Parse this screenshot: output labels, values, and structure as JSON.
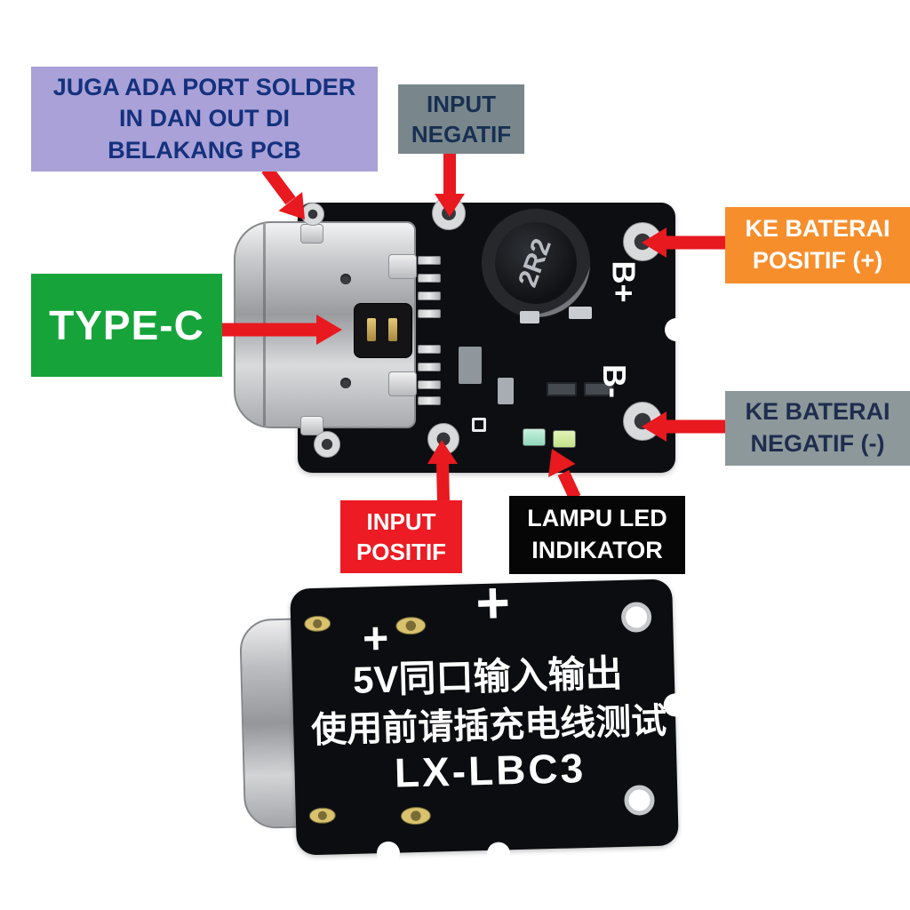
{
  "callouts": {
    "solder_ports": {
      "lines": [
        "JUGA ADA PORT SOLDER",
        "IN DAN OUT DI",
        "BELAKANG PCB"
      ],
      "bg": "#a9a1d7",
      "fg": "#14317d"
    },
    "input_negatif": {
      "lines": [
        "INPUT",
        "NEGATIF"
      ],
      "bg": "#79878c",
      "fg": "#173052"
    },
    "ke_baterai_positif": {
      "lines": [
        "KE BATERAI",
        "POSITIF (+)"
      ],
      "bg": "#f78e2c",
      "fg": "#ffffff"
    },
    "ke_baterai_negatif": {
      "lines": [
        "KE BATERAI",
        "NEGATIF (-)"
      ],
      "bg": "#8d989a",
      "fg": "#1f2d4e"
    },
    "type_c": {
      "label": "TYPE-C",
      "bg": "#16a43a",
      "fg": "#ffffff"
    },
    "input_positif": {
      "lines": [
        "INPUT",
        "POSITIF"
      ],
      "bg": "#ec1b24",
      "fg": "#ffffff"
    },
    "lampu_led_indikator": {
      "lines": [
        "LAMPU LED",
        "INDIKATOR"
      ],
      "bg": "#060606",
      "fg": "#ffffff"
    }
  },
  "pcb_front": {
    "inductor_label": "2R2",
    "battery_positive_label": "B+",
    "battery_negative_label": "B-"
  },
  "pcb_back": {
    "plus_mark_top": "+",
    "plus_mark_left": "+",
    "silkscreen_lines": [
      "5V同口输入输出",
      "使用前请插充电线测试"
    ],
    "model_number": "LX-LBC3"
  },
  "colors": {
    "arrow_red": "#e8191f",
    "background": "#ffffff",
    "pcb_black": "#0d0e11",
    "connector_silver": "#c9cacd"
  }
}
